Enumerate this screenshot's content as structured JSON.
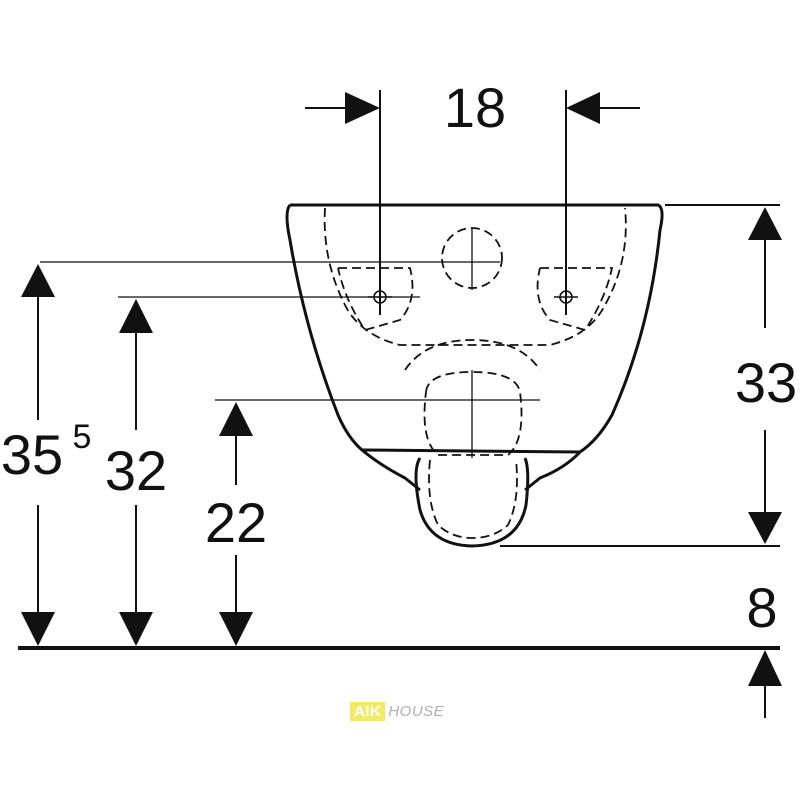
{
  "dimensions": {
    "d18": "18",
    "d33": "33",
    "d35_main": "35",
    "d35_sup": "5",
    "d32": "32",
    "d22": "22",
    "d8": "8"
  },
  "watermark": {
    "boxed": "AIK",
    "rest": "HOUSE",
    "box_color": "#f2ea6a",
    "text_color": "#b0b0b0"
  }
}
